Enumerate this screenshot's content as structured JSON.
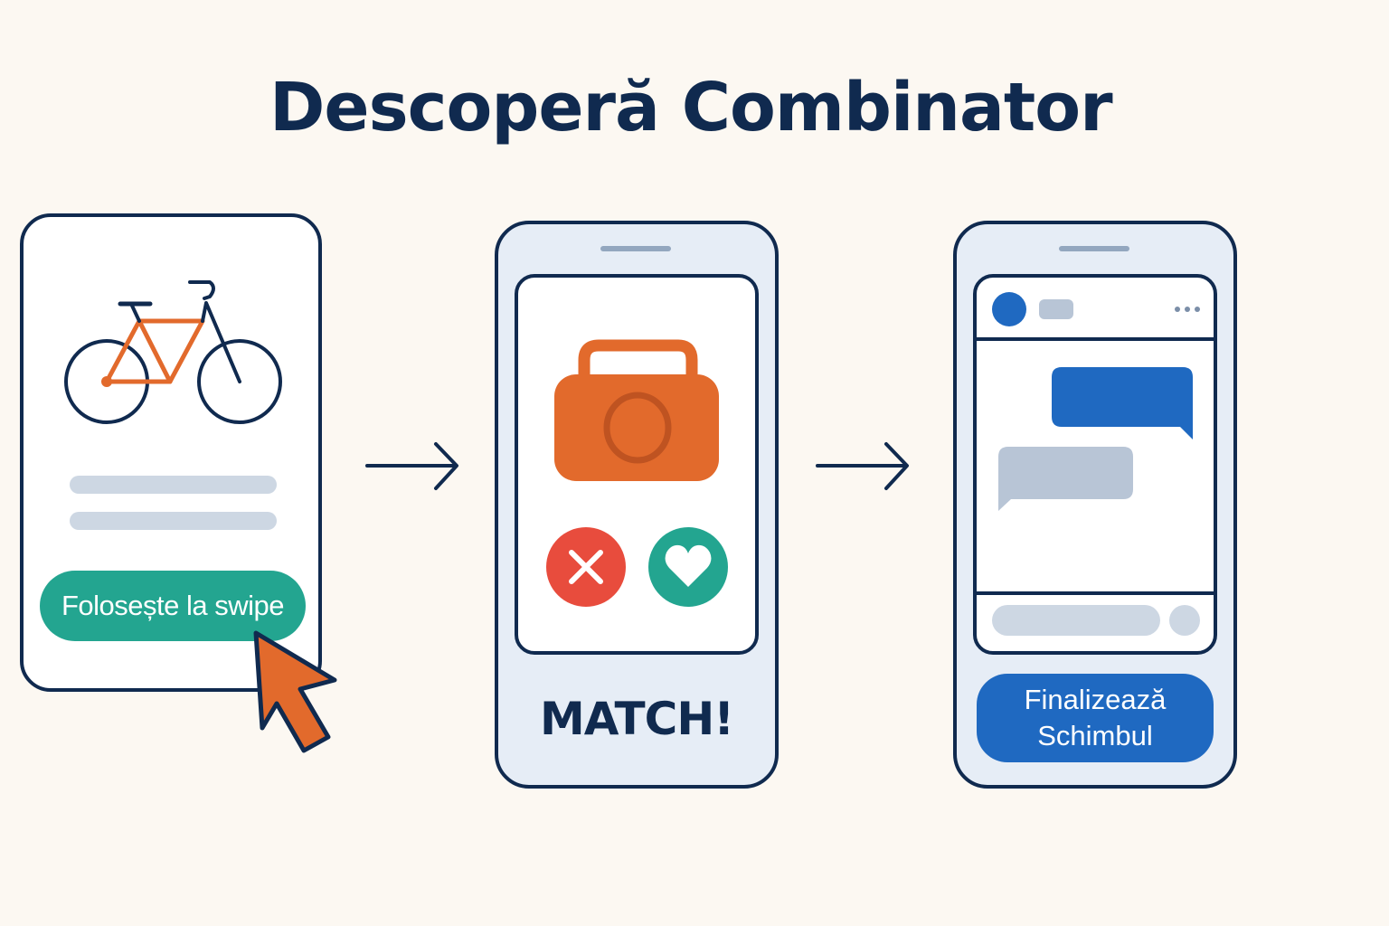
{
  "title": "Descoperă Combinator",
  "step1": {
    "button_label": "Folosește la swipe",
    "item_icon": "bicycle-icon",
    "pointer_icon": "cursor-arrow-icon"
  },
  "step2": {
    "item_icon": "bag-icon",
    "reject_icon": "close-icon",
    "like_icon": "heart-icon",
    "caption": "MATCH!"
  },
  "step3": {
    "avatar_icon": "avatar-icon",
    "menu_icon": "more-dots-icon",
    "button_line1": "Finalizează",
    "button_line2": "Schimbul"
  },
  "colors": {
    "navy": "#102a4f",
    "orange": "#e26a2c",
    "teal": "#23a590",
    "red": "#e84c3d",
    "blue": "#1f69c1",
    "gray": "#b8c5d6",
    "background": "#fcf8f2"
  }
}
